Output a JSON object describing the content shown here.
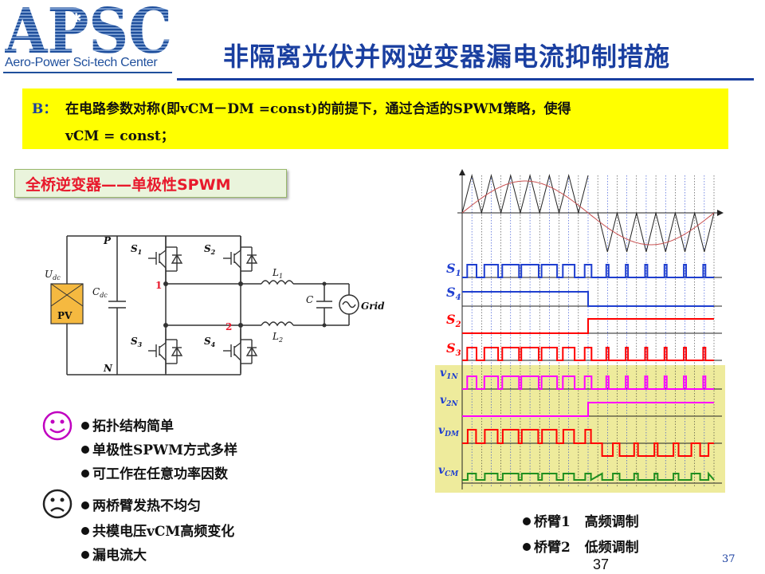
{
  "logo": {
    "letters": "APSC",
    "subtitle": "Aero-Power Sci-tech Center"
  },
  "title": "非隔离光伏并网逆变器漏电流抑制措施",
  "yellow": {
    "cap": "B：",
    "line1": "在电路参数对称(即vCM－DM =const)的前提下，通过合适的SPWM策略，使得",
    "line2": "vCM = const；"
  },
  "bridge_title": "全桥逆变器——单极性SPWM",
  "circuit": {
    "udc": "U",
    "udc_sub": "dc",
    "cdc": "C",
    "cdc_sub": "dc",
    "pv": "PV",
    "p": "P",
    "n": "N",
    "s1": "S",
    "s1_sub": "1",
    "s2": "S",
    "s2_sub": "2",
    "s3": "S",
    "s3_sub": "3",
    "s4": "S",
    "s4_sub": "4",
    "node1": "1",
    "node2": "2",
    "l1": "L",
    "l1_sub": "1",
    "l2": "L",
    "l2_sub": "2",
    "c": "C",
    "grid": "Grid"
  },
  "waveforms": {
    "labels": [
      "S1",
      "S4",
      "S2",
      "S3",
      "v1N",
      "v2N",
      "vDM",
      "vCM"
    ],
    "colors": {
      "blue": "#1f3fd0",
      "red": "#ff0000",
      "magenta": "#ff00ff",
      "green": "#1f8f1f",
      "highlight": "#eeeb9c"
    }
  },
  "pros": [
    "拓扑结构简单",
    "单极性SPWM方式多样",
    "可工作在任意功率因数"
  ],
  "cons": [
    "两桥臂发热不均匀",
    "共模电压vCM高频变化",
    "漏电流大"
  ],
  "legend": [
    {
      "arm": "桥臂1",
      "mode": "高频调制"
    },
    {
      "arm": "桥臂2",
      "mode": "低频调制"
    }
  ],
  "page_number": "37",
  "slide_number": "37",
  "icons": [
    "smiley-icon",
    "sad-face-icon"
  ]
}
